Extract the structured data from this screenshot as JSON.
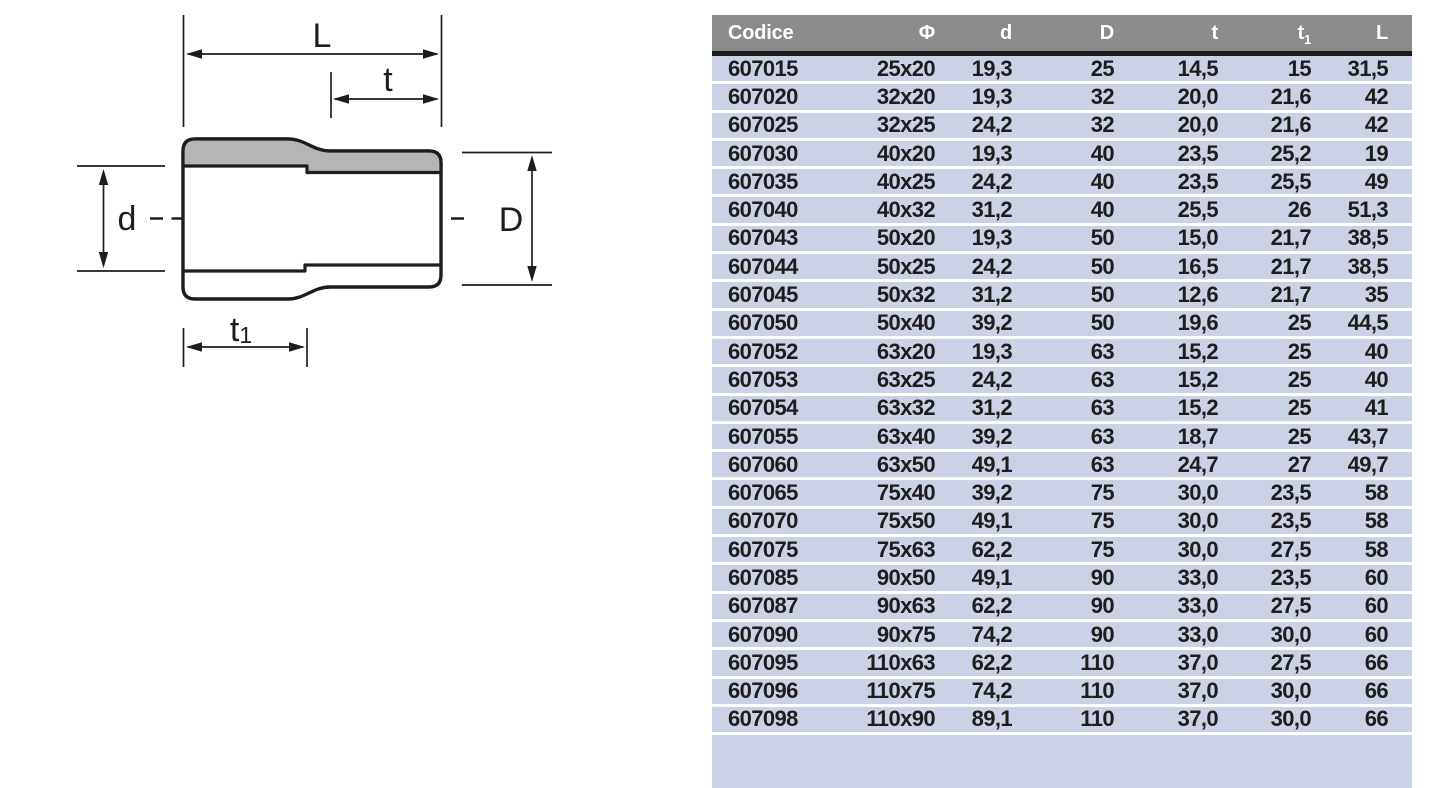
{
  "drawing": {
    "labels": {
      "L": "L",
      "t": "t",
      "t1_base": "t",
      "t1_sub": "1",
      "d": "d",
      "D": "D"
    },
    "colors": {
      "line": "#1d1d1b",
      "section_fill": "#b5b5b5"
    }
  },
  "table": {
    "columns": [
      {
        "label": "Codice"
      },
      {
        "label": "Φ"
      },
      {
        "label": "d"
      },
      {
        "label": "D"
      },
      {
        "label": "t"
      },
      {
        "label": "t",
        "sub": "1"
      },
      {
        "label": "L"
      }
    ],
    "rows": [
      [
        "607015",
        "25x20",
        "19,3",
        "25",
        "14,5",
        "15",
        "31,5"
      ],
      [
        "607020",
        "32x20",
        "19,3",
        "32",
        "20,0",
        "21,6",
        "42"
      ],
      [
        "607025",
        "32x25",
        "24,2",
        "32",
        "20,0",
        "21,6",
        "42"
      ],
      [
        "607030",
        "40x20",
        "19,3",
        "40",
        "23,5",
        "25,2",
        "19"
      ],
      [
        "607035",
        "40x25",
        "24,2",
        "40",
        "23,5",
        "25,5",
        "49"
      ],
      [
        "607040",
        "40x32",
        "31,2",
        "40",
        "25,5",
        "26",
        "51,3"
      ],
      [
        "607043",
        "50x20",
        "19,3",
        "50",
        "15,0",
        "21,7",
        "38,5"
      ],
      [
        "607044",
        "50x25",
        "24,2",
        "50",
        "16,5",
        "21,7",
        "38,5"
      ],
      [
        "607045",
        "50x32",
        "31,2",
        "50",
        "12,6",
        "21,7",
        "35"
      ],
      [
        "607050",
        "50x40",
        "39,2",
        "50",
        "19,6",
        "25",
        "44,5"
      ],
      [
        "607052",
        "63x20",
        "19,3",
        "63",
        "15,2",
        "25",
        "40"
      ],
      [
        "607053",
        "63x25",
        "24,2",
        "63",
        "15,2",
        "25",
        "40"
      ],
      [
        "607054",
        "63x32",
        "31,2",
        "63",
        "15,2",
        "25",
        "41"
      ],
      [
        "607055",
        "63x40",
        "39,2",
        "63",
        "18,7",
        "25",
        "43,7"
      ],
      [
        "607060",
        "63x50",
        "49,1",
        "63",
        "24,7",
        "27",
        "49,7"
      ],
      [
        "607065",
        "75x40",
        "39,2",
        "75",
        "30,0",
        "23,5",
        "58"
      ],
      [
        "607070",
        "75x50",
        "49,1",
        "75",
        "30,0",
        "23,5",
        "58"
      ],
      [
        "607075",
        "75x63",
        "62,2",
        "75",
        "30,0",
        "27,5",
        "58"
      ],
      [
        "607085",
        "90x50",
        "49,1",
        "90",
        "33,0",
        "23,5",
        "60"
      ],
      [
        "607087",
        "90x63",
        "62,2",
        "90",
        "33,0",
        "27,5",
        "60"
      ],
      [
        "607090",
        "90x75",
        "74,2",
        "90",
        "33,0",
        "30,0",
        "60"
      ],
      [
        "607095",
        "110x63",
        "62,2",
        "110",
        "37,0",
        "27,5",
        "66"
      ],
      [
        "607096",
        "110x75",
        "74,2",
        "110",
        "37,0",
        "30,0",
        "66"
      ],
      [
        "607098",
        "110x90",
        "89,1",
        "110",
        "37,0",
        "30,0",
        "66"
      ]
    ],
    "colors": {
      "header_bg": "#8b8b8b",
      "header_text": "#ffffff",
      "rule": "#1d1d1b",
      "row_bg": "#ccd2e6",
      "separator": "#ffffff",
      "text": "#1d1d1b"
    }
  }
}
